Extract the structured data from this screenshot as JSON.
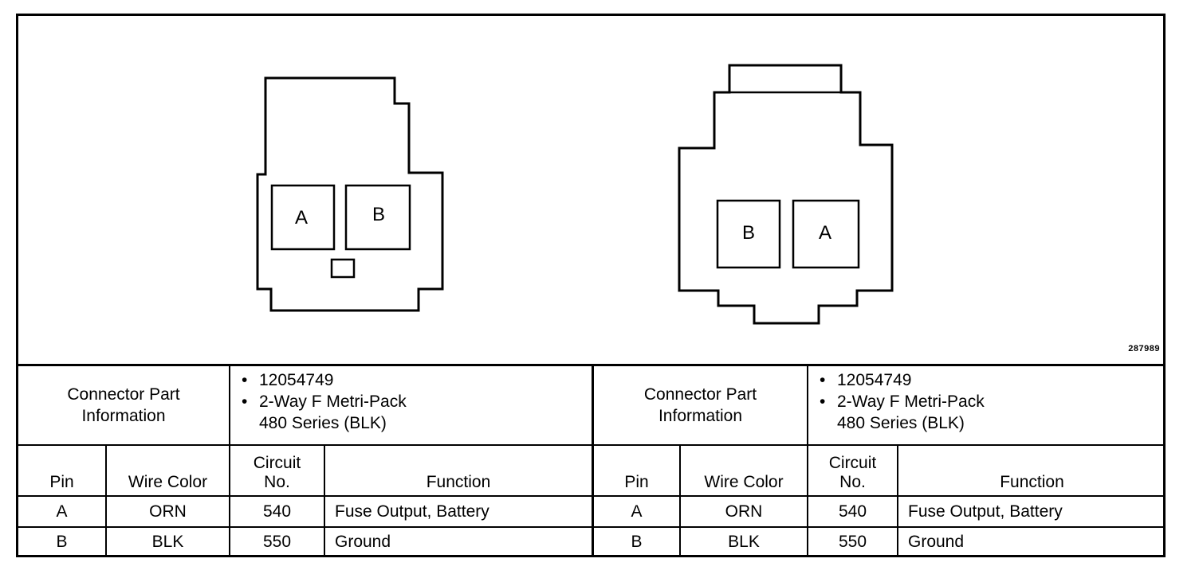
{
  "figure_id": "287989",
  "connectors": [
    {
      "view_pins": [
        "A",
        "B"
      ],
      "info_label": "Connector Part Information",
      "part_number": "12054749",
      "description_line1": "2-Way F Metri-Pack",
      "description_line2": "480 Series (BLK)",
      "headers": {
        "pin": "Pin",
        "wire_color": "Wire Color",
        "circuit_line1": "Circuit",
        "circuit_line2": "No.",
        "function": "Function"
      },
      "rows": [
        {
          "pin": "A",
          "wire_color": "ORN",
          "circuit": "540",
          "function": "Fuse Output, Battery"
        },
        {
          "pin": "B",
          "wire_color": "BLK",
          "circuit": "550",
          "function": "Ground"
        }
      ]
    },
    {
      "view_pins": [
        "B",
        "A"
      ],
      "info_label": "Connector Part Information",
      "part_number": "12054749",
      "description_line1": "2-Way F Metri-Pack",
      "description_line2": "480 Series (BLK)",
      "headers": {
        "pin": "Pin",
        "wire_color": "Wire Color",
        "circuit_line1": "Circuit",
        "circuit_line2": "No.",
        "function": "Function"
      },
      "rows": [
        {
          "pin": "A",
          "wire_color": "ORN",
          "circuit": "540",
          "function": "Fuse Output, Battery"
        },
        {
          "pin": "B",
          "wire_color": "BLK",
          "circuit": "550",
          "function": "Ground"
        }
      ]
    }
  ]
}
